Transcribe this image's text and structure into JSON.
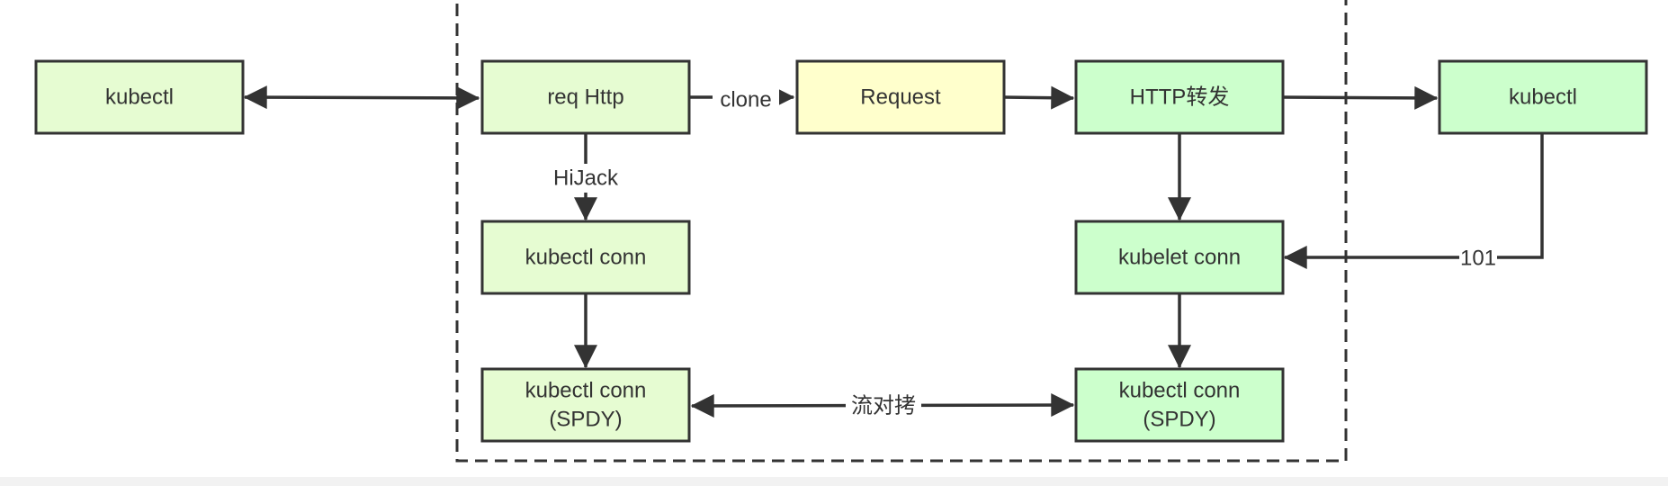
{
  "colors": {
    "light_green": "#e6fcd2",
    "yellow": "#ffffcc",
    "mint": "#ccffcc",
    "stroke": "#333333",
    "background": "#ffffff"
  },
  "nodes": {
    "kubectl_client": {
      "label": "kubectl"
    },
    "req_http": {
      "label": "req Http"
    },
    "request": {
      "label": "Request"
    },
    "http_forward": {
      "label": "HTTP转发"
    },
    "kubectl_target": {
      "label": "kubectl"
    },
    "kubectl_conn": {
      "label": "kubectl conn"
    },
    "kubelet_conn": {
      "label": "kubelet conn"
    },
    "kubectl_conn_spdy_left": {
      "line1": "kubectl conn",
      "line2": "(SPDY)"
    },
    "kubectl_conn_spdy_right": {
      "line1": "kubectl conn",
      "line2": "(SPDY)"
    }
  },
  "edges": {
    "clone": {
      "label": "clone"
    },
    "hijack": {
      "label": "HiJack"
    },
    "upgrade": {
      "label": "101"
    },
    "stream_copy": {
      "label": "流对拷"
    }
  }
}
